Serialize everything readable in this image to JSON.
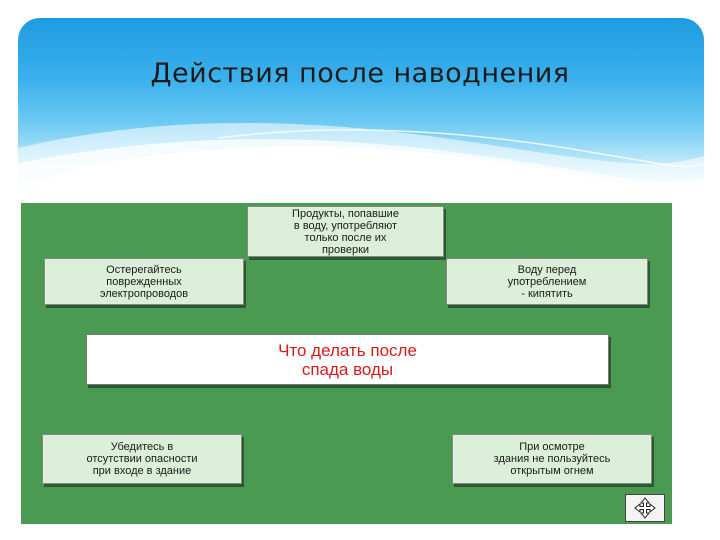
{
  "slide": {
    "title": "Действия после наводнения"
  },
  "diagram": {
    "center": "Что делать после\nспада воды",
    "top": "Продукты, попавшие\nв воду, употребляют\nтолько после их\nпроверки",
    "left_top": "Остерегайтесь\nповрежденных\nэлектропроводов",
    "right_top": "Воду перед\nупотреблением\n- кипятить",
    "left_bottom": "Убедитесь в\nотсутствии опасности\nпри входе в здание",
    "right_bottom": "При осмотре\nздания не пользуйтесь\nоткрытым огнем"
  },
  "icons": {
    "nav": "move-arrows-icon"
  },
  "colors": {
    "panel": "#4a9a52",
    "box": "#dcefd8",
    "center_text": "#d81c1c",
    "header_blue": "#1e9be0"
  }
}
